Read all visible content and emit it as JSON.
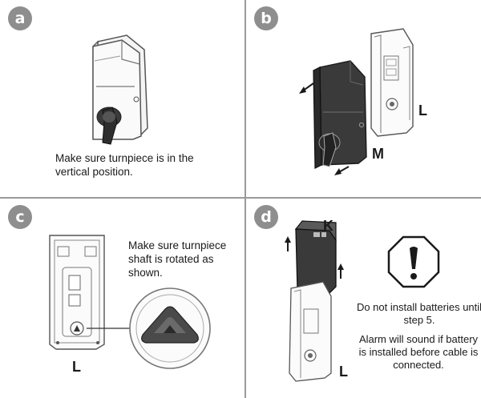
{
  "steps": {
    "a": {
      "badge": "a",
      "instruction": "Make sure turnpiece is in the vertical position."
    },
    "b": {
      "badge": "b",
      "label_m": "M",
      "label_l": "L"
    },
    "c": {
      "badge": "c",
      "instruction": "Make sure turnpiece shaft is rotated as shown.",
      "label_l": "L"
    },
    "d": {
      "badge": "d",
      "label_k": "K",
      "label_l": "L",
      "warning_1": "Do not install batteries until step 5.",
      "warning_2": "Alarm will sound if battery is installed before cable is connected.",
      "warning_icon": "exclamation-octagon-icon"
    }
  },
  "colors": {
    "badge": "#8e8e8e",
    "divider": "#9a9a9a",
    "dark_part": "#3a3a3a",
    "outline": "#555555"
  }
}
